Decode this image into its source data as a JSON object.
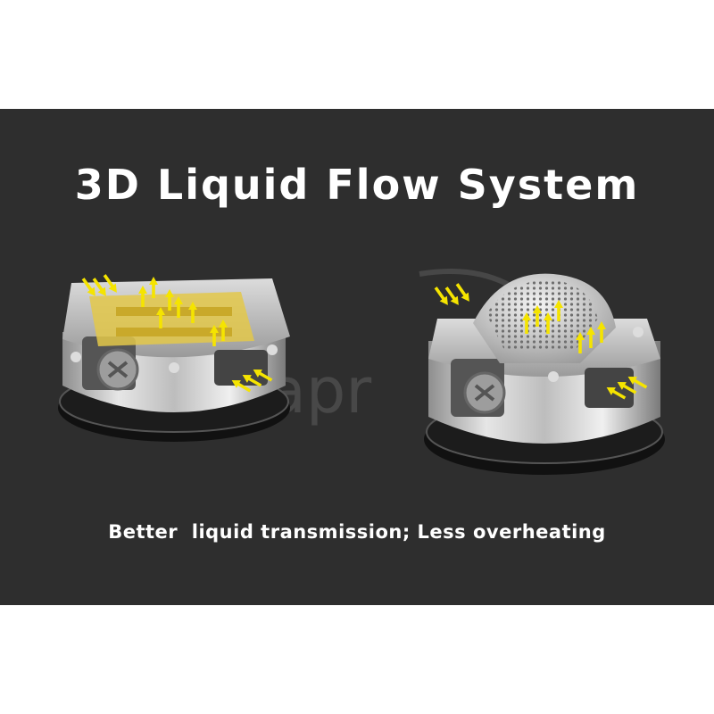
{
  "banner": {
    "title": "3D Liquid Flow System",
    "caption": "Better  liquid transmission; Less overheating"
  },
  "colors": {
    "background": "#2e2e2e",
    "text": "#ffffff",
    "arrow": "#f5e400",
    "liquid": "#e3c84a",
    "metal": "#c9c9c9"
  },
  "images": {
    "left": "rba-deck-with-liquid-flow-arrows",
    "right": "rba-deck-with-mesh-coil-and-flow-arrows"
  }
}
